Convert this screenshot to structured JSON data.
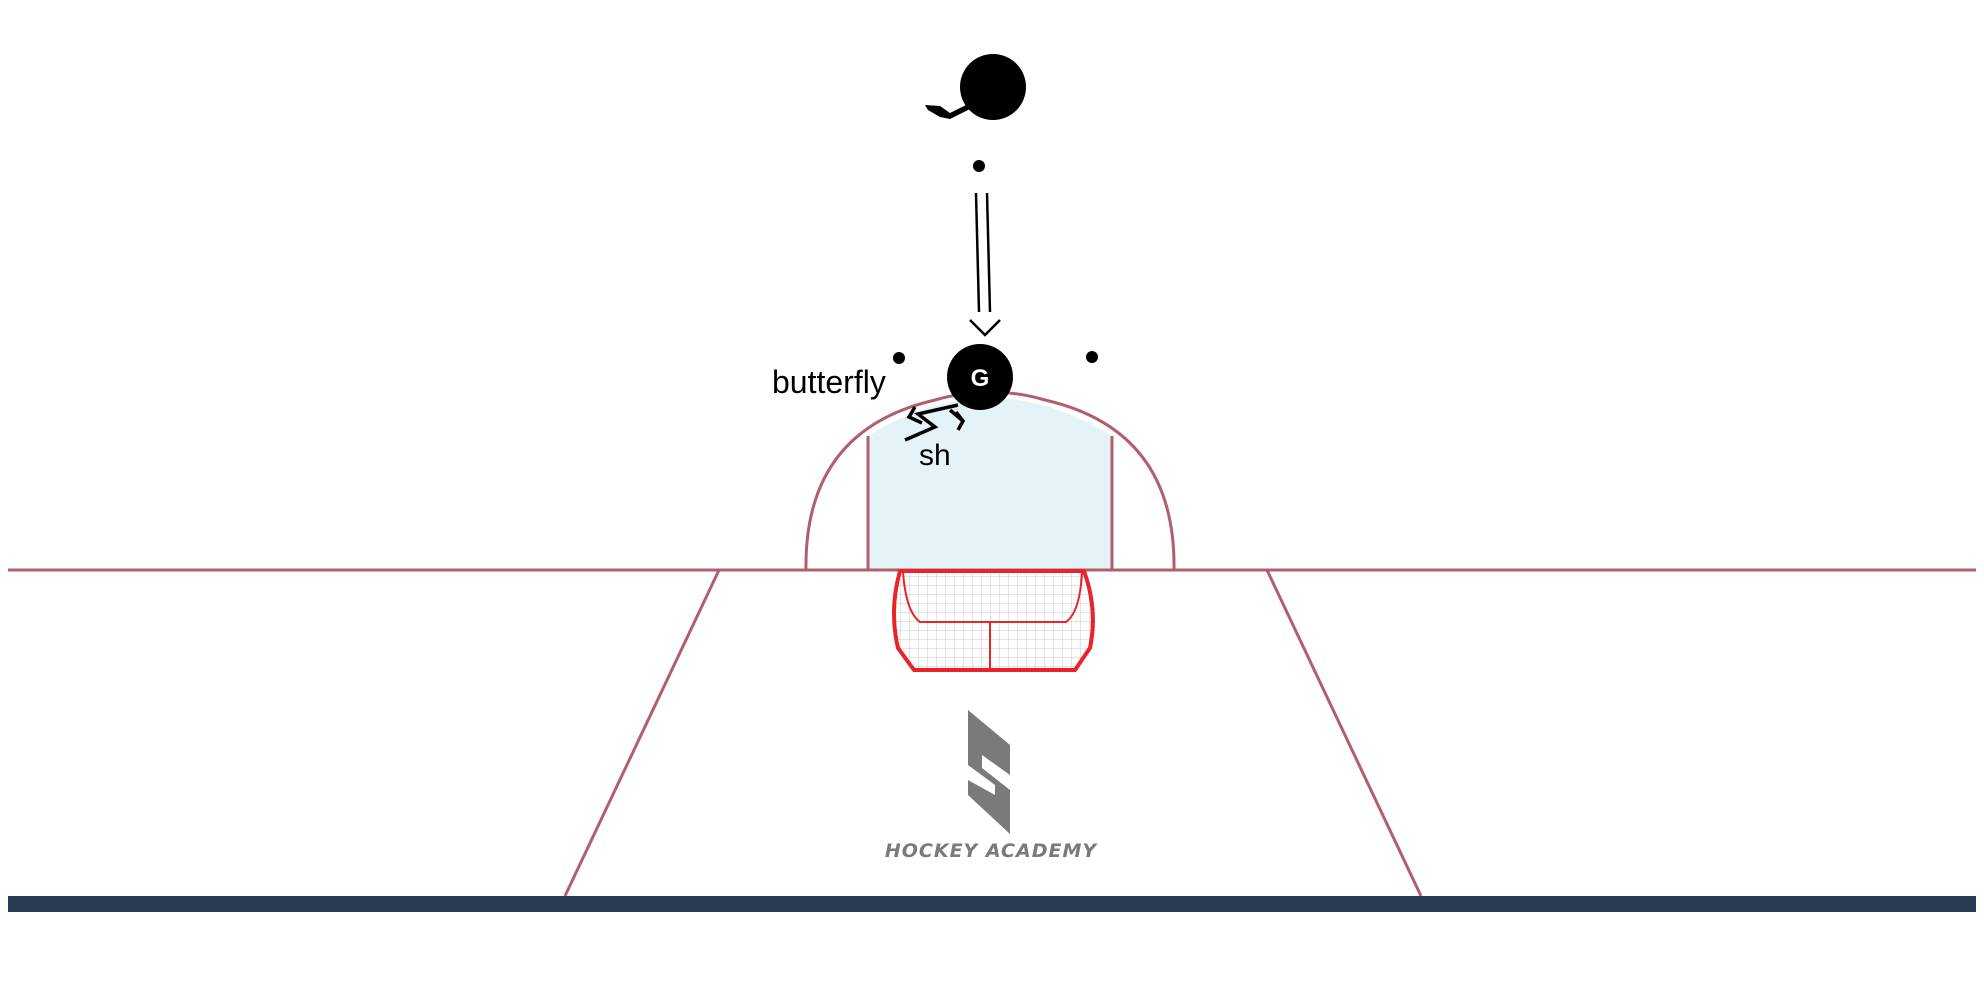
{
  "labels": {
    "goalie_marker": "G",
    "technique": "butterfly",
    "move": "sh"
  },
  "logo": {
    "text": "HOCKEY ACADEMY",
    "icon": "academy-logo-icon"
  },
  "colors": {
    "rink_line": "#b0606c",
    "crease_fill": "#e3f3f8",
    "net_frame": "#e8242a",
    "net_mesh": "#c8c8c8",
    "boards": "#283b54",
    "logo": "#7a7a7a",
    "ink": "#000000"
  },
  "icons": {
    "shooter": "player-with-stick-icon",
    "goalie": "goalie-icon",
    "pass_arrow": "double-line-arrow-icon",
    "shuffle_arrow": "zigzag-arrow-icon"
  }
}
